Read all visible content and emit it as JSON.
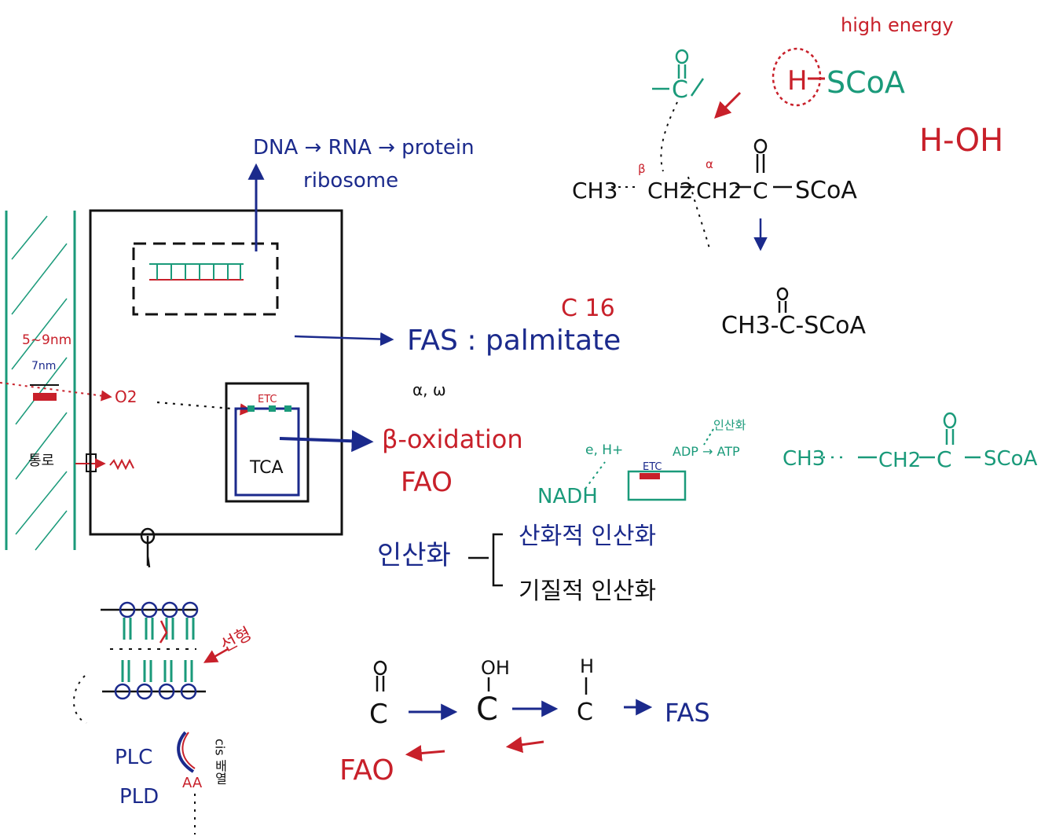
{
  "colors": {
    "blue": "#1b2a8c",
    "red": "#c8202a",
    "green": "#1a9a7a",
    "black": "#111111"
  },
  "central_dogma": {
    "line1": "DNA → RNA → protein",
    "line2": "ribosome"
  },
  "fas": {
    "carbon": "C 16",
    "label": "FAS : palmitate",
    "alpha_omega": "α, ω"
  },
  "mito": {
    "etc": "ETC",
    "tca": "TCA"
  },
  "membrane": {
    "dim1": "5~9nm",
    "dim2": "7nm",
    "channel": "통로",
    "o2": "O2"
  },
  "oxidation": {
    "beta": "β-oxidation",
    "fao": "FAO"
  },
  "phosphorylation": {
    "main": "인산화",
    "branch1": "산화적 인산화",
    "branch2": "기질적 인산화"
  },
  "etc_chain": {
    "electrons": "e, H+",
    "nadh": "NADH",
    "etc_box": "ETC",
    "adp_atp": "ADP → ATP",
    "phos": "인산화"
  },
  "thioester": {
    "high_energy": "high energy",
    "h": "H",
    "scoa": "SCoA",
    "hoh": "H-OH",
    "beta": "β",
    "alpha": "α",
    "ch3": "CH3",
    "ch2a": "CH2",
    "ch2b": "CH2",
    "c": "C",
    "o": "O",
    "chain_scoa": "SCoA",
    "acetyl": "CH3-C-SCoA",
    "green_chain_ch3": "CH3",
    "green_chain_ch2": "CH2",
    "green_chain_scoa": "SCoA"
  },
  "bilayer": {
    "label": "선형",
    "plc": "PLC",
    "pld": "PLD",
    "aa": "AA",
    "cis": "cis 배열"
  },
  "redox_cycle": {
    "c1": "C",
    "c1_top": "O",
    "c2": "C",
    "c2_top": "OH",
    "c3": "C",
    "c3_top": "H",
    "fas": "FAS",
    "fao": "FAO"
  }
}
